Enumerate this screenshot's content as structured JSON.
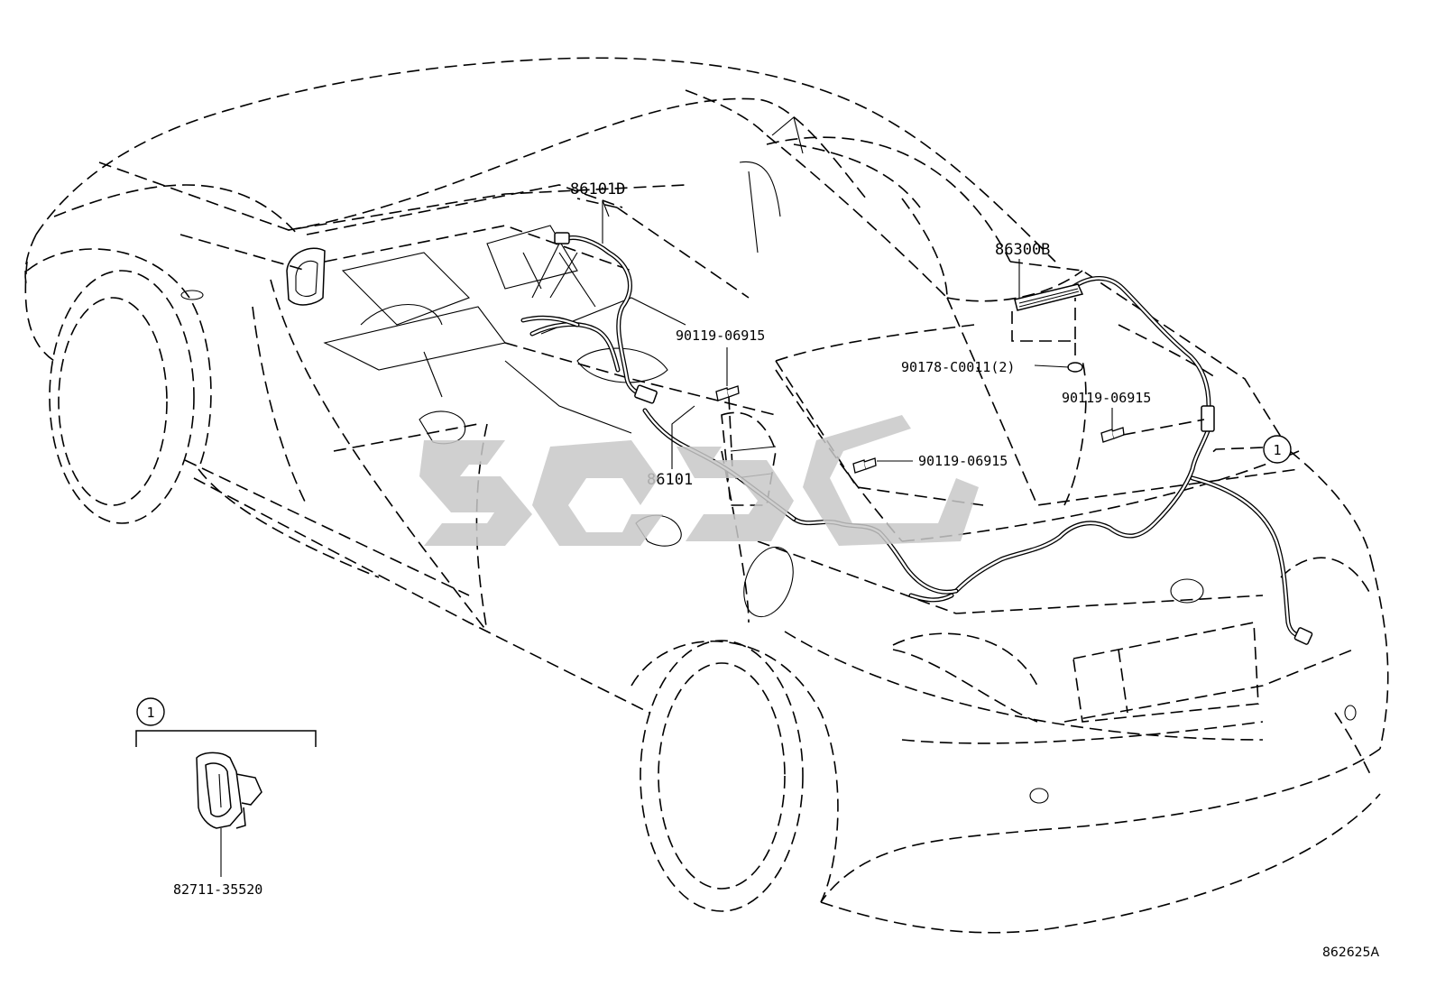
{
  "diagram": {
    "code": "862625A",
    "watermark_color": "#c8c8c8"
  },
  "labels": {
    "p86101D": "86101D",
    "p86300B": "86300B",
    "p86101": "86101",
    "p90119_a": "90119-06915",
    "p90119_b": "90119-06915",
    "p90119_c": "90119-06915",
    "p90178": "90178-C0011(2)",
    "p82711": "82711-35520"
  },
  "callouts": {
    "ref_main": "1",
    "ref_detail": "1"
  }
}
